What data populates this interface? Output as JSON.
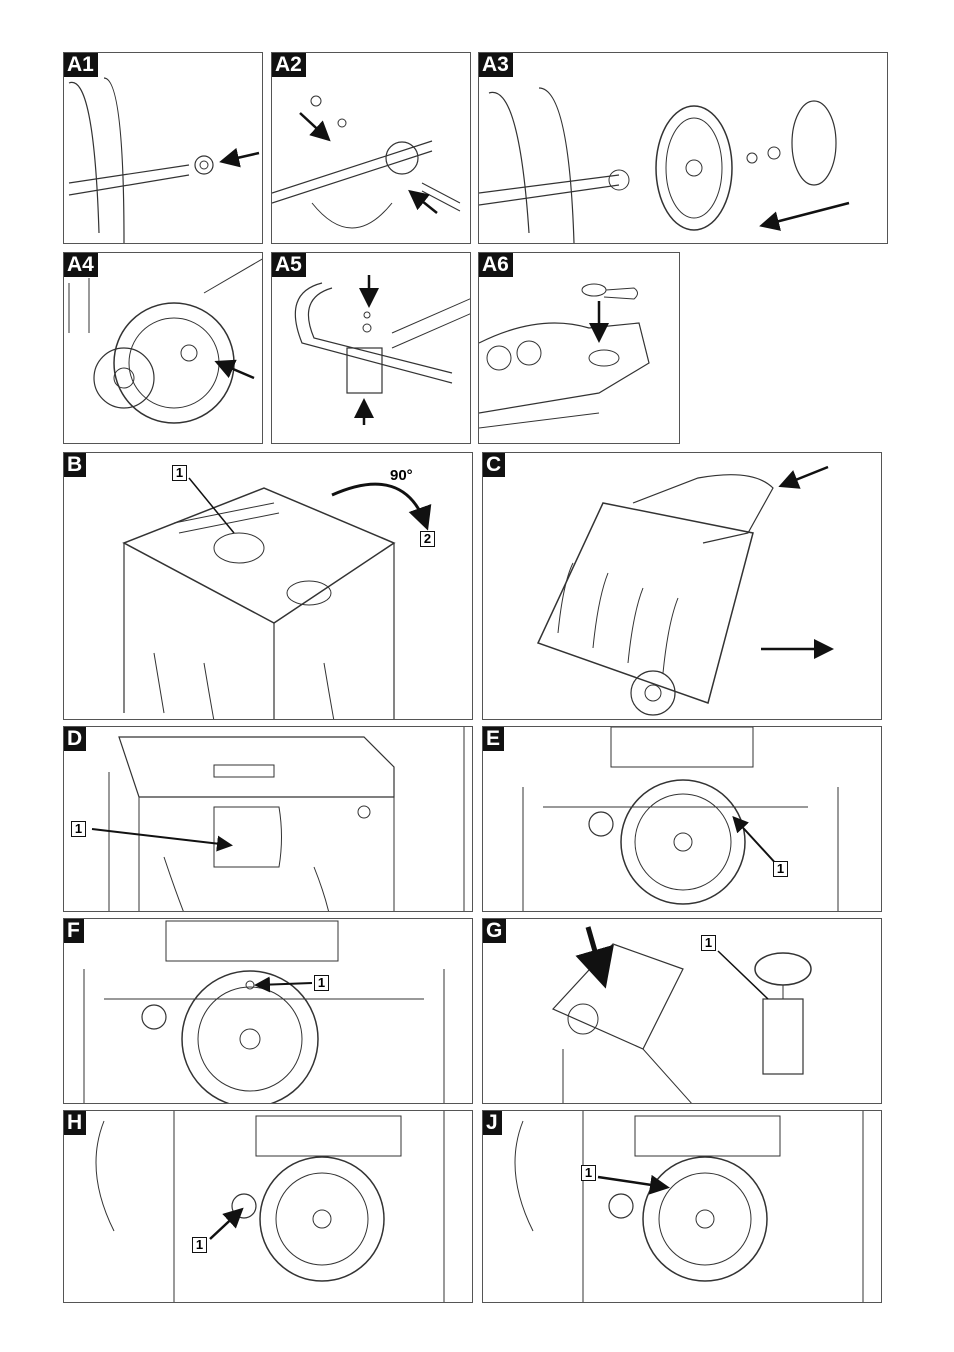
{
  "panels": [
    {
      "id": "A1",
      "label": "A1"
    },
    {
      "id": "A2",
      "label": "A2"
    },
    {
      "id": "A3",
      "label": "A3"
    },
    {
      "id": "A4",
      "label": "A4"
    },
    {
      "id": "A5",
      "label": "A5"
    },
    {
      "id": "A6",
      "label": "A6"
    },
    {
      "id": "B",
      "label": "B"
    },
    {
      "id": "C",
      "label": "C"
    },
    {
      "id": "D",
      "label": "D"
    },
    {
      "id": "E",
      "label": "E"
    },
    {
      "id": "F",
      "label": "F"
    },
    {
      "id": "G",
      "label": "G"
    },
    {
      "id": "H",
      "label": "H"
    },
    {
      "id": "J",
      "label": "J"
    }
  ],
  "callouts": {
    "b_part1": "1",
    "b_part2": "2",
    "b_rotation": "90°",
    "d_part1": "1",
    "e_part1": "1",
    "f_part1": "1",
    "g_part1": "1",
    "h_part1": "1",
    "j_part1": "1"
  },
  "colors": {
    "line": "#333333",
    "border": "#555555",
    "label_bg": "#111111",
    "label_text": "#ffffff"
  }
}
